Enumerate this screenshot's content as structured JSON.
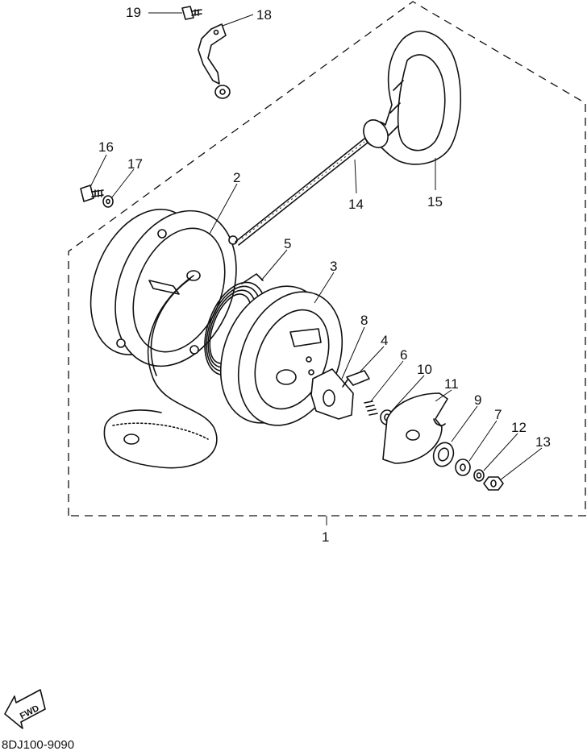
{
  "diagram": {
    "callouts": [
      "1",
      "2",
      "3",
      "4",
      "5",
      "6",
      "7",
      "8",
      "9",
      "10",
      "11",
      "12",
      "13",
      "14",
      "15",
      "16",
      "17",
      "18",
      "19"
    ],
    "fwd_label": "FWD",
    "drawing_code": "8DJ100-9090"
  }
}
